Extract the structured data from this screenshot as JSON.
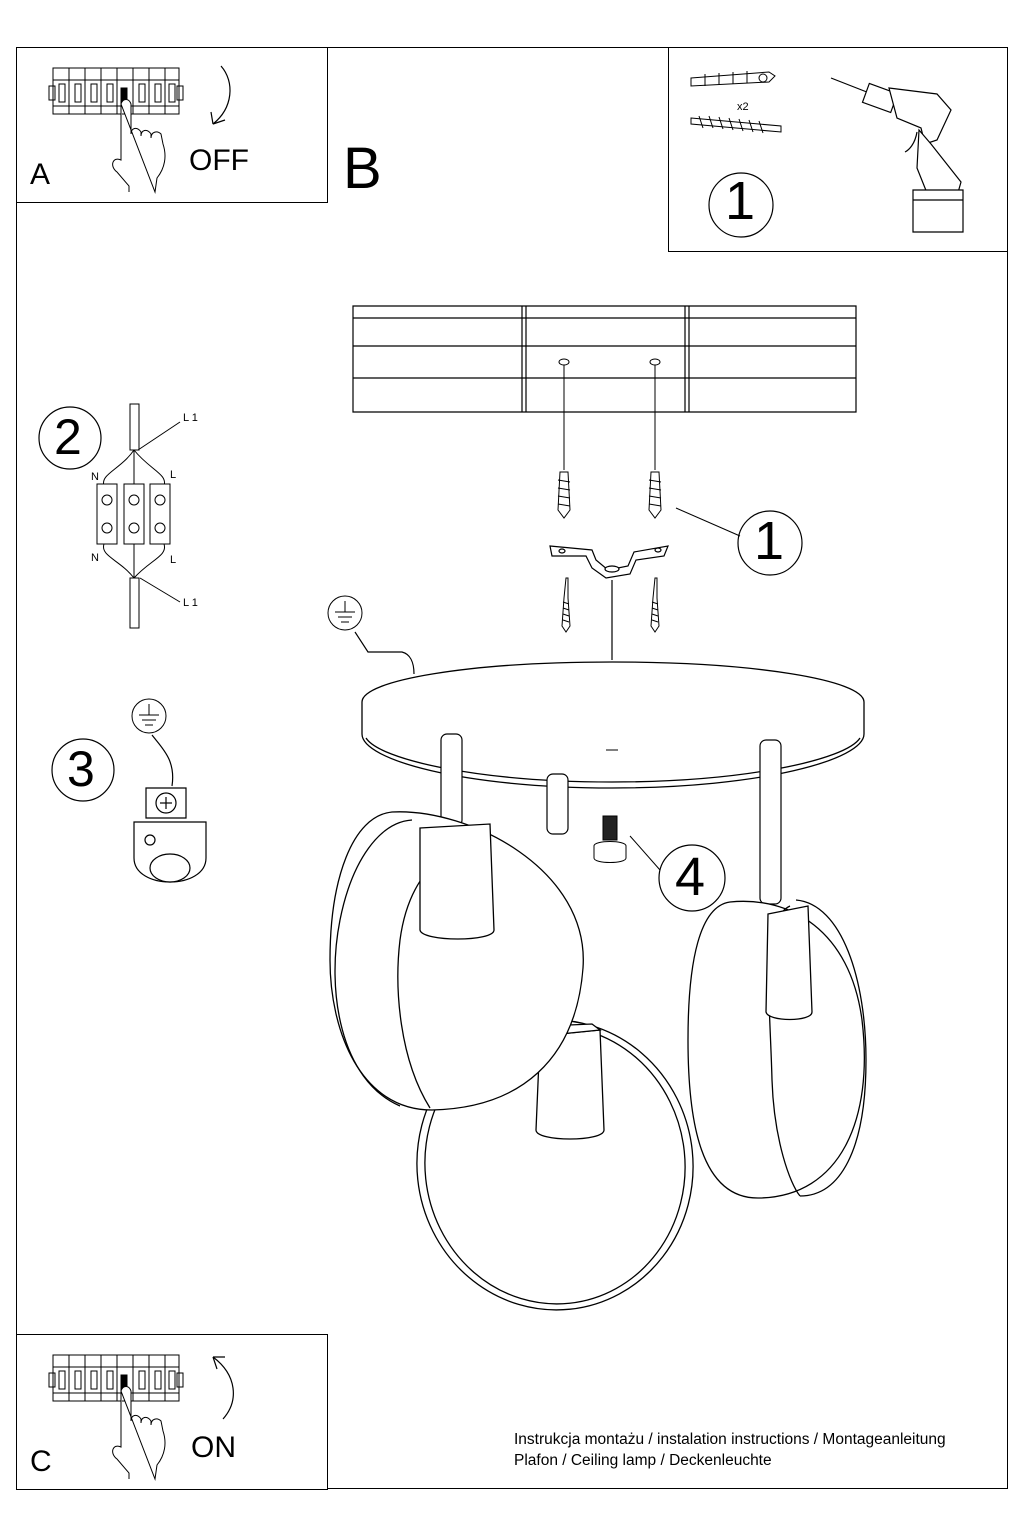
{
  "panel_a": {
    "letter": "A",
    "state": "OFF"
  },
  "panel_c": {
    "letter": "C",
    "state": "ON"
  },
  "main_label": "B",
  "tools_panel": {
    "step": "1",
    "quantity": "x2"
  },
  "steps": {
    "s1": "1",
    "s2": "2",
    "s3": "3",
    "s4": "4"
  },
  "wiring": {
    "l1_top": "L 1",
    "n_top": "N",
    "l_top": "L",
    "n_bottom": "N",
    "l_bottom": "L",
    "l1_bottom": "L 1"
  },
  "footer": {
    "line1": "Instrukcja montażu / instalation instructions / Montageanleitung",
    "line2": "Plafon / Ceiling lamp / Deckenleuchte"
  },
  "icons": [
    "breaker-panel-icon",
    "hand-icon",
    "curved-arrow-down-icon",
    "curved-arrow-up-icon",
    "wall-plug-icon",
    "screw-icon",
    "drill-icon",
    "ground-symbol-icon",
    "terminal-block-icon",
    "ground-terminal-icon",
    "grub-screw-icon"
  ]
}
